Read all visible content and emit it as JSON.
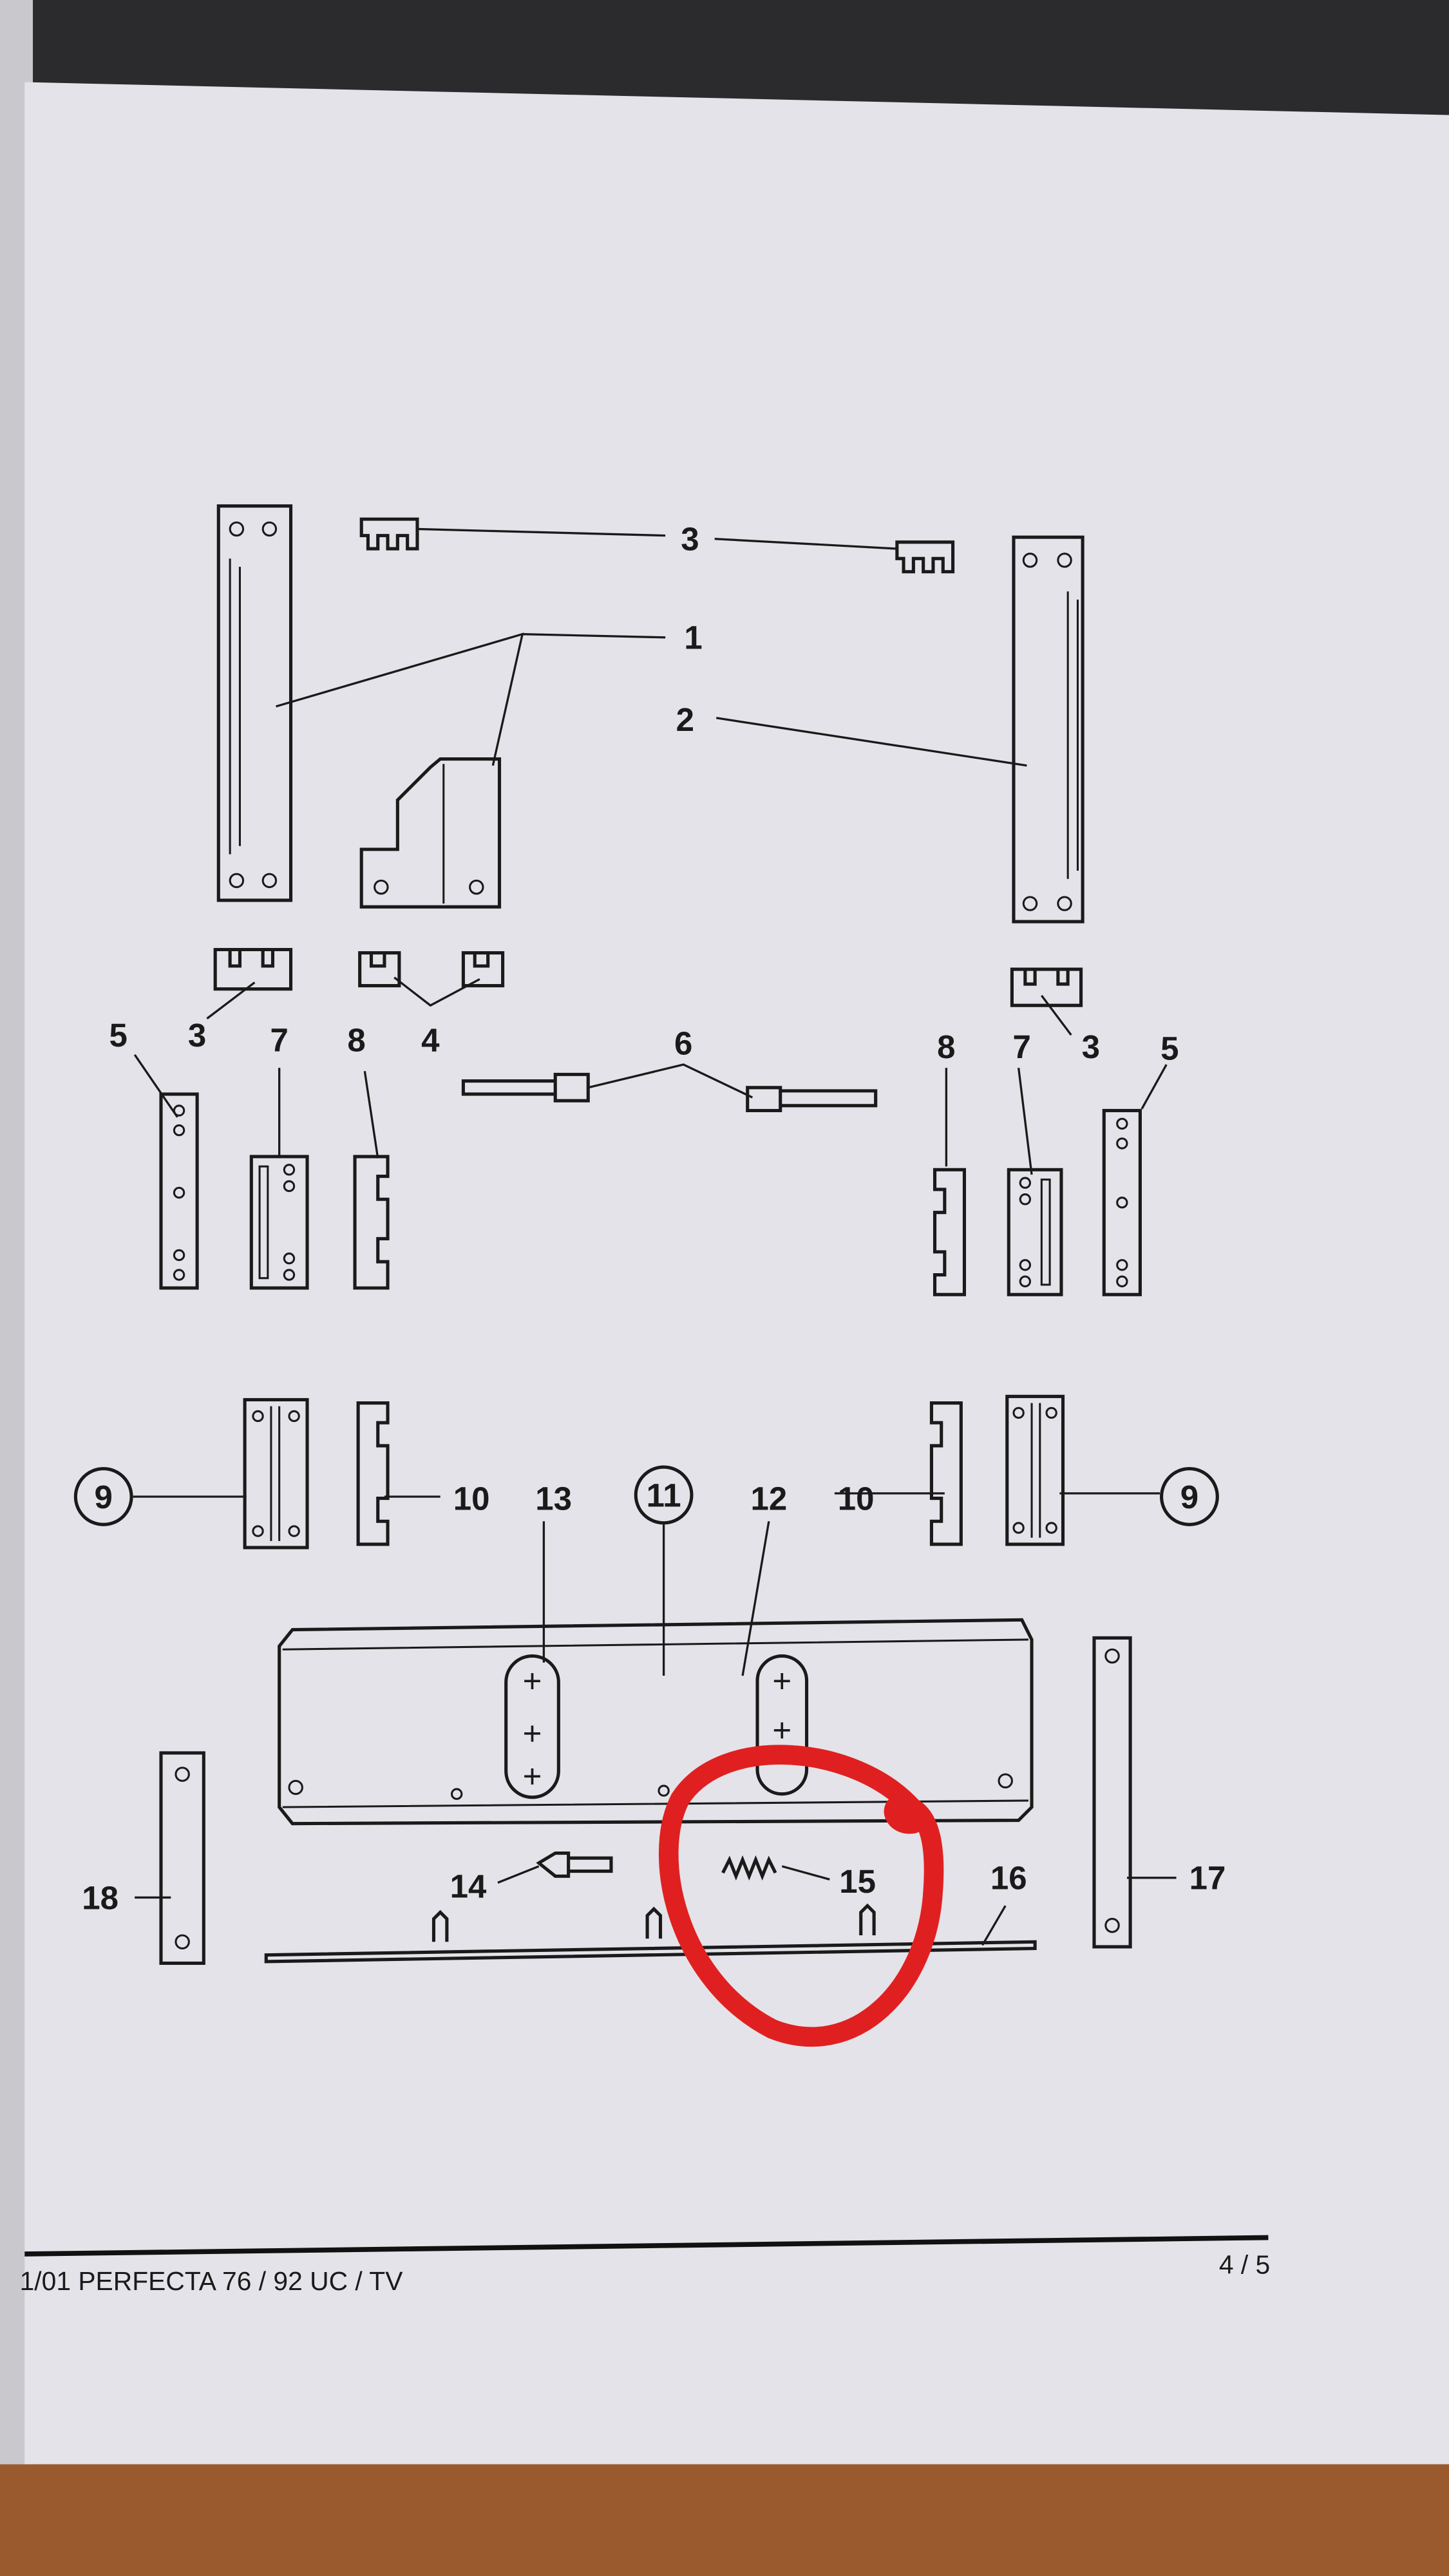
{
  "diagram": {
    "labels": {
      "top_3": "3",
      "top_1": "1",
      "top_2": "2",
      "l_5": "5",
      "l_3": "3",
      "l_7": "7",
      "l_8": "8",
      "c_4": "4",
      "c_6": "6",
      "r_8": "8",
      "r_7": "7",
      "r_3": "3",
      "r_5": "5",
      "l_9": "9",
      "l_10": "10",
      "c_13": "13",
      "c_11": "11",
      "c_12": "12",
      "r_10": "10",
      "r_9": "9",
      "p_14": "14",
      "p_15": "15",
      "p_16": "16",
      "p_17": "17",
      "p_18": "18"
    },
    "highlight_color": "#e02020"
  },
  "footer": {
    "document_title": "1/01  PERFECTA 76 / 92  UC / TV",
    "page_number": "4 / 5"
  }
}
